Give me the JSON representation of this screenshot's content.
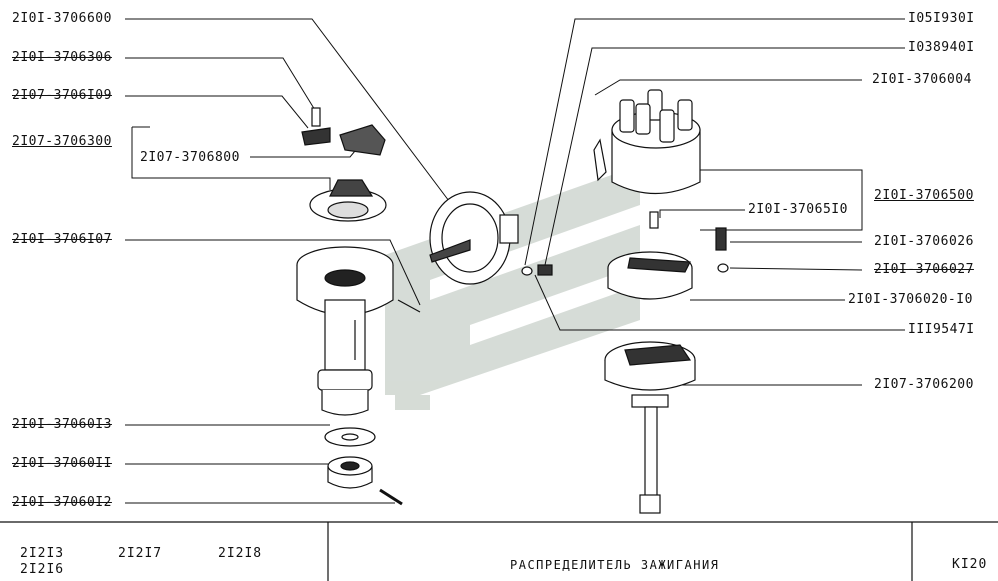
{
  "diagram": {
    "labels_left": [
      {
        "id": "l1",
        "text": "2I0I-3706600",
        "style": "plain"
      },
      {
        "id": "l2",
        "text": "2I0I-3706306",
        "style": "strike"
      },
      {
        "id": "l3",
        "text": "2I07-3706I09",
        "style": "strike"
      },
      {
        "id": "l4",
        "text": "2I07-3706300",
        "style": "under"
      },
      {
        "id": "l5",
        "text": "2I07-3706800",
        "style": "plain"
      },
      {
        "id": "l6",
        "text": "2I0I-3706I07",
        "style": "strike"
      },
      {
        "id": "l7",
        "text": "2I0I-37060I3",
        "style": "strike"
      },
      {
        "id": "l8",
        "text": "2I0I-37060II",
        "style": "strike"
      },
      {
        "id": "l9",
        "text": "2I0I-37060I2",
        "style": "strike"
      }
    ],
    "labels_right": [
      {
        "id": "r1",
        "text": "I05I930I",
        "style": "plain"
      },
      {
        "id": "r2",
        "text": "I038940I",
        "style": "plain"
      },
      {
        "id": "r3",
        "text": "2I0I-3706004",
        "style": "plain"
      },
      {
        "id": "r4",
        "text": "2I0I-3706500",
        "style": "under"
      },
      {
        "id": "r5",
        "text": "2I0I-37065I0",
        "style": "plain"
      },
      {
        "id": "r6",
        "text": "2I0I-3706026",
        "style": "plain"
      },
      {
        "id": "r7",
        "text": "2I0I-3706027",
        "style": "strike"
      },
      {
        "id": "r8",
        "text": "2I0I-3706020-I0",
        "style": "plain"
      },
      {
        "id": "r9",
        "text": "III9547I",
        "style": "plain"
      },
      {
        "id": "r10",
        "text": "2I07-3706200",
        "style": "plain"
      }
    ]
  },
  "footer": {
    "models": [
      "2I2I3",
      "2I2I7",
      "2I2I8",
      "2I2I6"
    ],
    "title": "РАСПРЕДЕЛИТЕЛЬ  ЗАЖИГАНИЯ",
    "page_code": "KI20"
  }
}
